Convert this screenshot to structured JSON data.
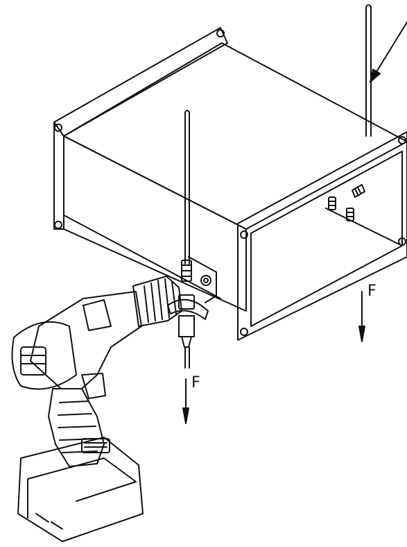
{
  "labels": {
    "force_right": "F",
    "force_left": "F"
  },
  "colors": {
    "line": "#111111",
    "background": "#ffffff"
  },
  "objects": [
    "rectangular-duct",
    "threaded-rod",
    "hanger-bracket",
    "cordless-drill",
    "anchor-bolts"
  ]
}
